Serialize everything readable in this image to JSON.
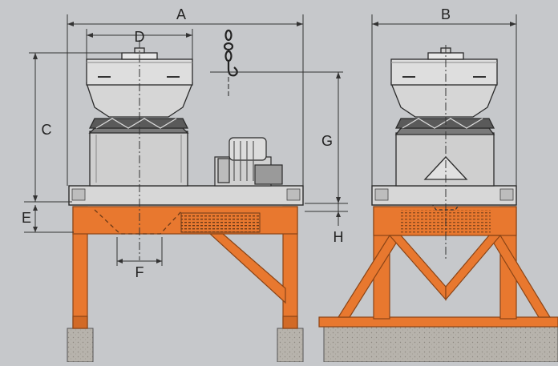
{
  "labels": {
    "a": "A",
    "b": "B",
    "c": "C",
    "d": "D",
    "e": "E",
    "f": "F",
    "g": "G",
    "h": "H"
  },
  "colors": {
    "background": "#c6c8cb",
    "steel": "#e8782f",
    "steel_dark": "#b85a1f",
    "machine": "#d5d5d5",
    "machine_dark": "#7a7a7a",
    "outline": "#2a2a2a",
    "concrete": "#b7b3ac"
  },
  "icons": {
    "lifting_hook": "chain-hook-icon"
  }
}
